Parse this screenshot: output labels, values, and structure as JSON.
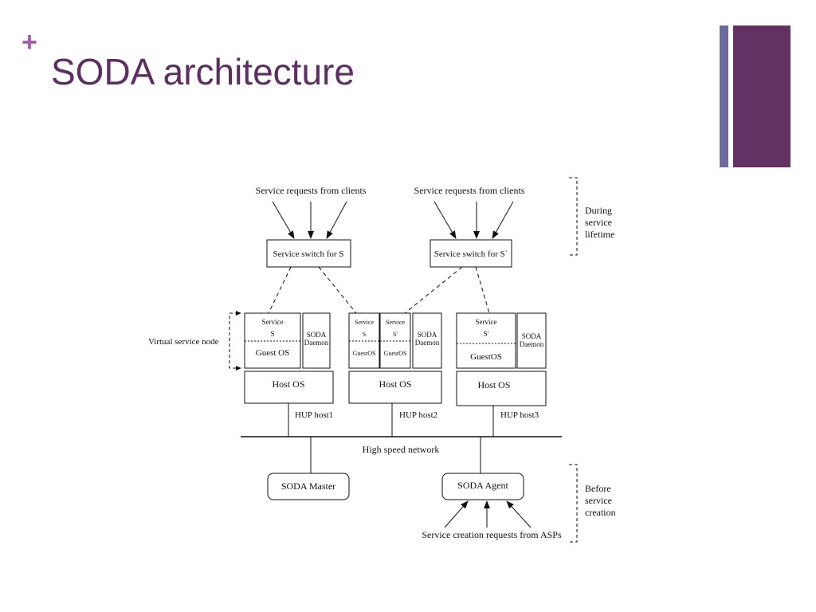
{
  "slide": {
    "plus_symbol": "+",
    "title": "SODA architecture",
    "colors": {
      "title": "#5e2d63",
      "plus": "#a45ab3",
      "accent_bar_thin": "#6c6aa0",
      "accent_bar_thick": "#623263"
    }
  },
  "diagram": {
    "clients_left": "Service requests from clients",
    "clients_right": "Service requests from clients",
    "switch_s": "Service switch for S",
    "switch_s_prime": "Service switch for S`",
    "during_service_lifetime": [
      "During",
      "service",
      "lifetime"
    ],
    "virtual_service_node": "Virtual service node",
    "host1": {
      "service_line1": "Service",
      "service_line2": "S",
      "guest_os": "Guest OS",
      "daemon_line1": "SODA",
      "daemon_line2": "Daemon",
      "host_os": "Host OS",
      "hup": "HUP host1"
    },
    "host2": {
      "a_line1": "Service",
      "a_line2": "S",
      "a_guest": "GuestOS",
      "b_line1": "Service",
      "b_line2": "S'",
      "b_guest": "GuestOS",
      "daemon_line1": "SODA",
      "daemon_line2": "Daemon",
      "host_os": "Host OS",
      "hup": "HUP host2"
    },
    "host3": {
      "service_line1": "Service",
      "service_line2": "S'",
      "guest_os": "GuestOS",
      "daemon_line1": "SODA",
      "daemon_line2": "Daemon",
      "host_os": "Host OS",
      "hup": "HUP host3"
    },
    "network": "High speed network",
    "master": "SODA Master",
    "agent": "SODA Agent",
    "before_service_creation": [
      "Before",
      "service",
      "creation"
    ],
    "asp_requests": "Service creation requests from ASPs"
  }
}
